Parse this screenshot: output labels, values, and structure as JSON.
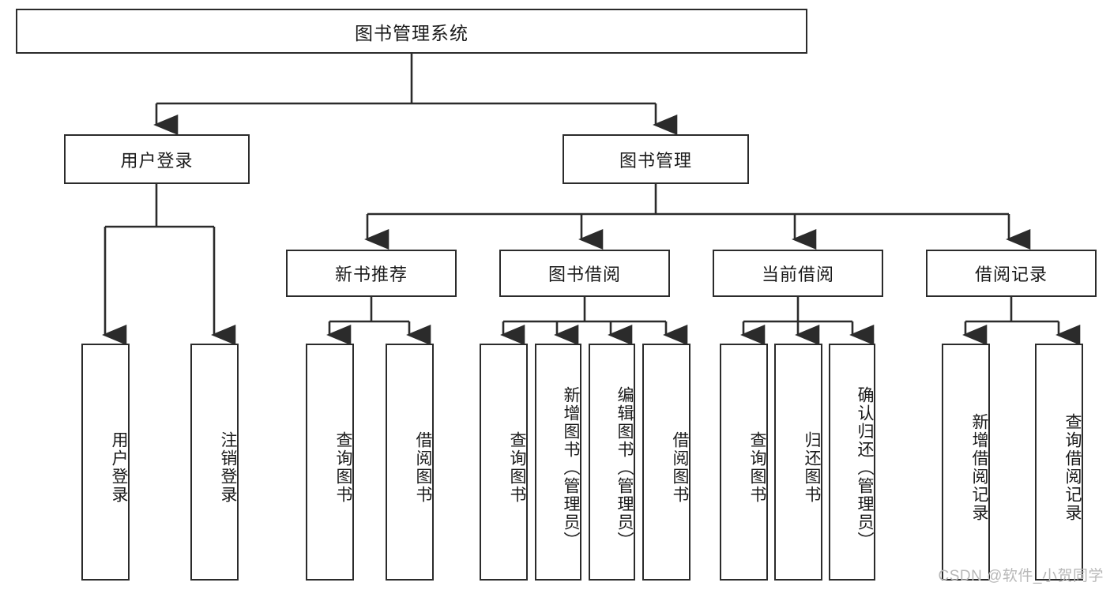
{
  "diagram": {
    "title": "图书管理系统",
    "type": "hierarchy-tree",
    "watermark": "CSDN @软件_小贺同学",
    "colors": {
      "box_border": "#2b2b2b",
      "box_fill": "#ffffff",
      "connector": "#2b2b2b",
      "text": "#1a1a1a",
      "watermark": "#b8b8b8"
    },
    "levels": {
      "root": {
        "label": "图书管理系统"
      },
      "level2": [
        {
          "label": "用户登录"
        },
        {
          "label": "图书管理"
        }
      ],
      "level3": [
        {
          "label": "新书推荐"
        },
        {
          "label": "图书借阅"
        },
        {
          "label": "当前借阅"
        },
        {
          "label": "借阅记录"
        }
      ],
      "leaves": {
        "user_login": [
          {
            "label": "用户登录"
          },
          {
            "label": "注销登录"
          }
        ],
        "new_book_recommend": [
          {
            "label": "查询图书"
          },
          {
            "label": "借阅图书"
          }
        ],
        "book_borrow": [
          {
            "label": "查询图书"
          },
          {
            "label": "新增图书（管理员）"
          },
          {
            "label": "编辑图书（管理员）"
          },
          {
            "label": "借阅图书"
          }
        ],
        "current_borrow": [
          {
            "label": "查询图书"
          },
          {
            "label": "归还图书"
          },
          {
            "label": "确认归还（管理员）"
          }
        ],
        "borrow_records": [
          {
            "label": "新增借阅记录"
          },
          {
            "label": "查询借阅记录"
          }
        ]
      }
    }
  }
}
